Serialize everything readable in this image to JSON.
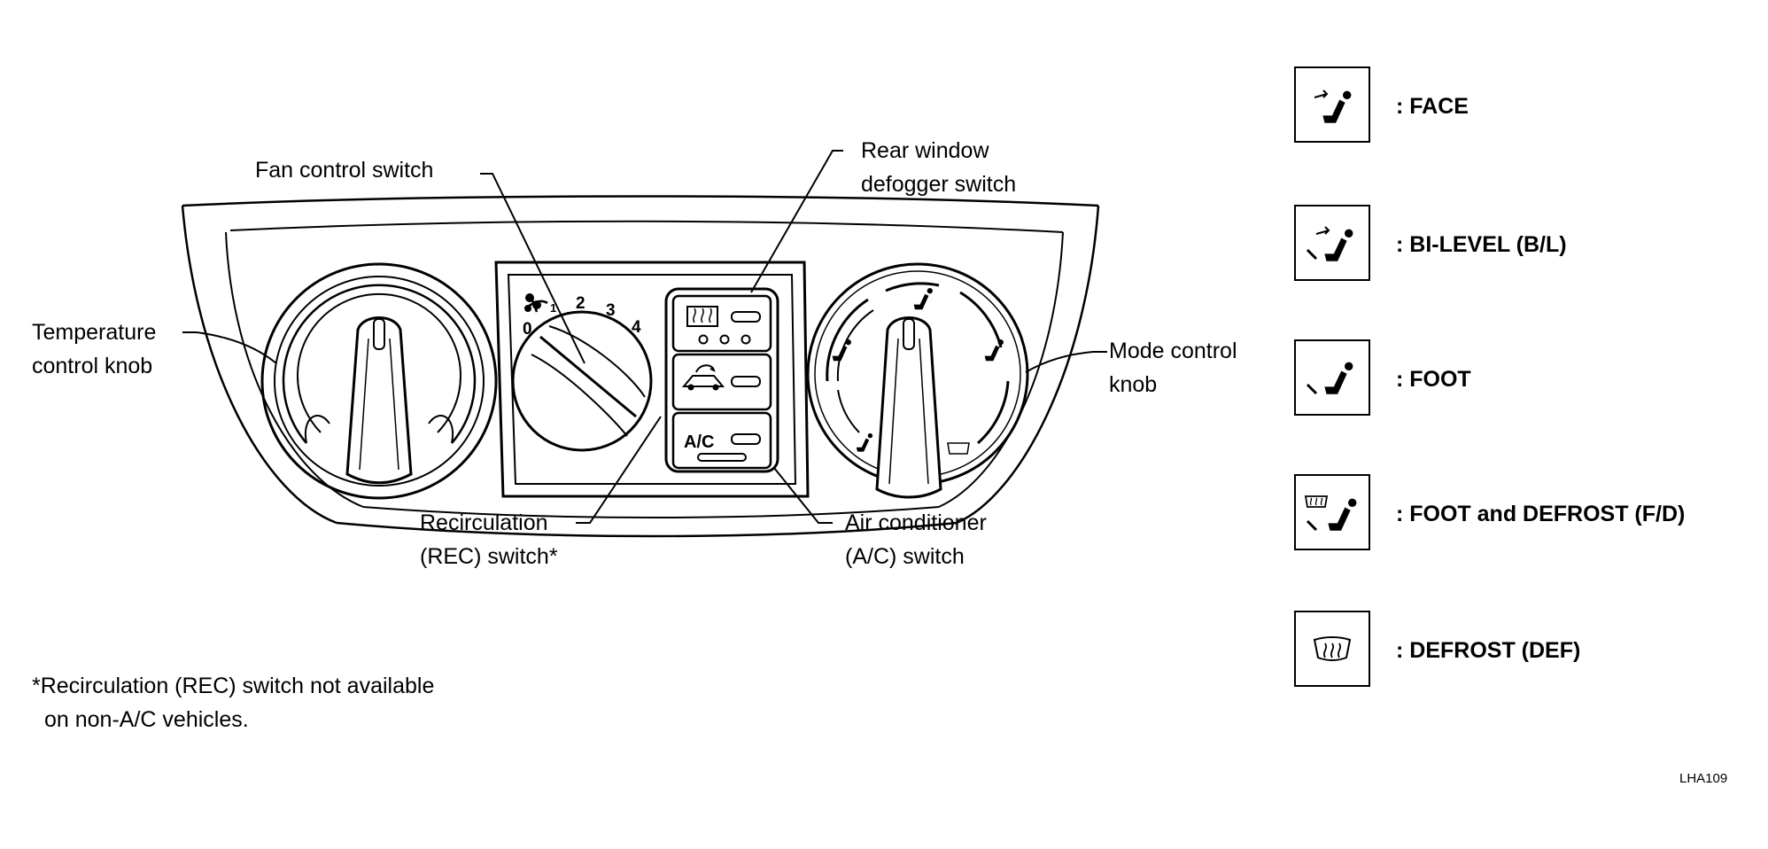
{
  "labels": {
    "fan_control": "Fan control switch",
    "rear_defogger_1": "Rear window",
    "rear_defogger_2": "defogger switch",
    "temperature_1": "Temperature",
    "temperature_2": "control knob",
    "mode_1": "Mode control",
    "mode_2": "knob",
    "recirculation_1": "Recirculation",
    "recirculation_2": "(REC) switch*",
    "air_conditioner_1": "Air conditioner",
    "air_conditioner_2": "(A/C) switch"
  },
  "fan_scale": [
    "0",
    "1",
    "2",
    "3",
    "4"
  ],
  "ac_button_text": "A/C",
  "footnote_1": "*Recirculation (REC) switch not available",
  "footnote_2": "on non-A/C vehicles.",
  "legend": [
    {
      "icon": "face-vent-icon",
      "label": ": FACE"
    },
    {
      "icon": "bi-level-vent-icon",
      "label": ": BI-LEVEL (B/L)"
    },
    {
      "icon": "foot-vent-icon",
      "label": ": FOOT"
    },
    {
      "icon": "foot-defrost-vent-icon",
      "label": ": FOOT and DEFROST (F/D)"
    },
    {
      "icon": "defrost-vent-icon",
      "label": ": DEFROST (DEF)"
    }
  ],
  "figure_code": "LHA109"
}
